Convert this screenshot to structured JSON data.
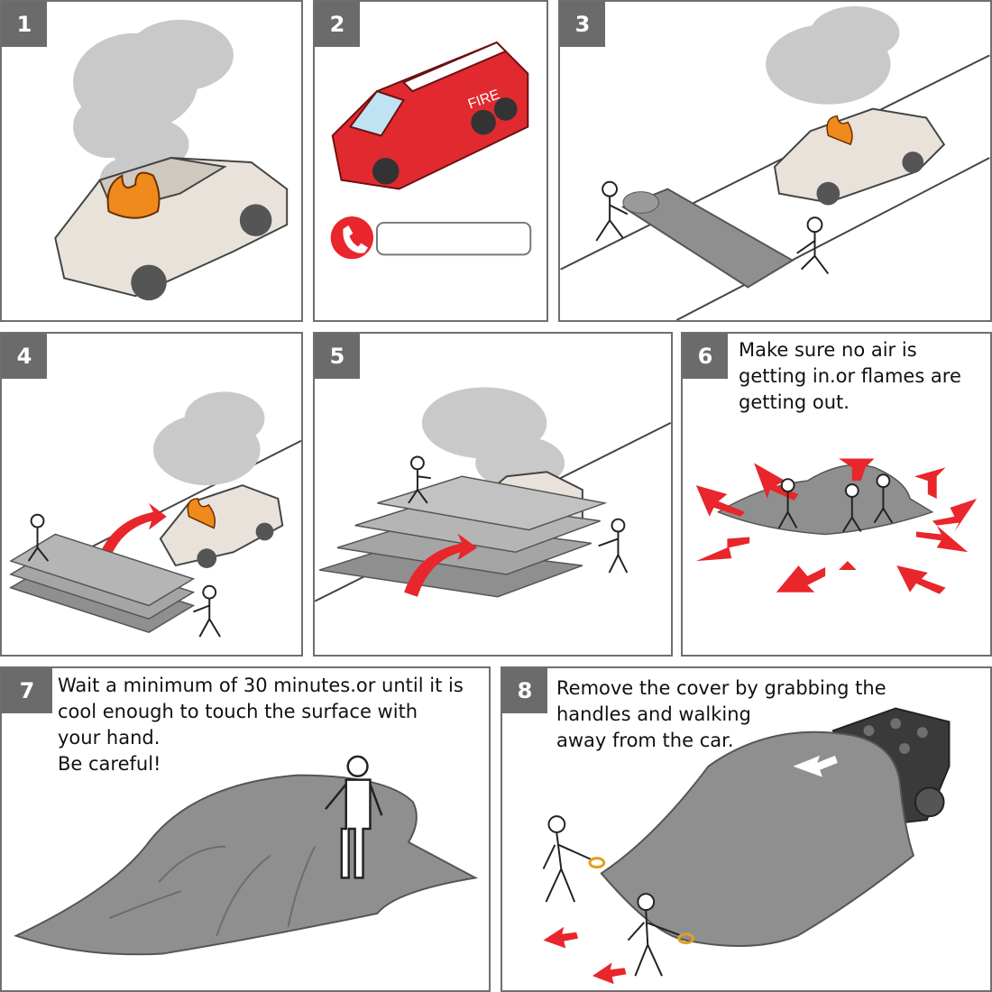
{
  "steps": [
    {
      "number": "1"
    },
    {
      "number": "2",
      "fire_label": "FIRE"
    },
    {
      "number": "3"
    },
    {
      "number": "4"
    },
    {
      "number": "5"
    },
    {
      "number": "6",
      "caption": [
        "Make sure no air is",
        "getting in.or flames are",
        "getting out."
      ]
    },
    {
      "number": "7",
      "caption": [
        "Wait a minimum of 30 minutes.or until it is",
        "cool enough to touch the surface with",
        "your hand.",
        "Be careful!"
      ]
    },
    {
      "number": "8",
      "caption": [
        "Remove the cover by grabbing the",
        "handles and walking",
        "away from the car."
      ]
    }
  ],
  "colors": {
    "badge": "#6b6b6b",
    "border": "#6f6f6f",
    "blanket": "#8f8f8f",
    "smoke": "#c9c9c9",
    "arrow_red": "#e8262b",
    "truck_red": "#e02a2f",
    "flame": "#f08a1c"
  }
}
